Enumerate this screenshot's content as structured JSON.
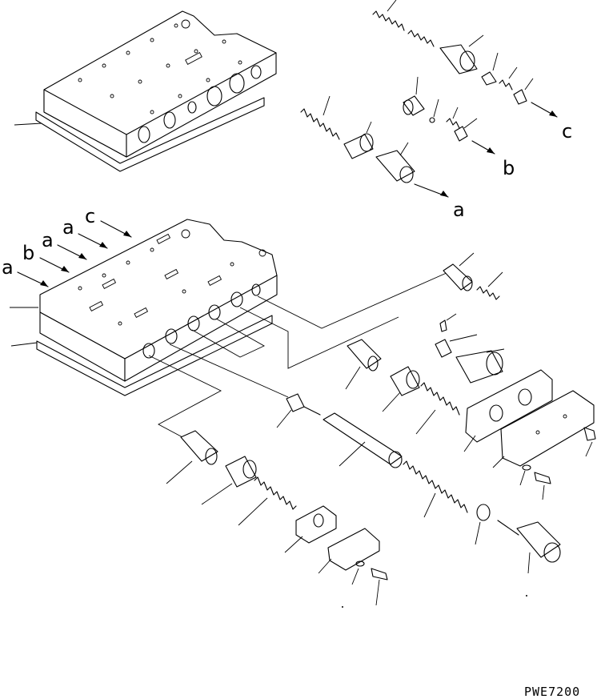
{
  "figure_code": "PWE7200",
  "flow_labels": {
    "c": "c",
    "b": "b",
    "a": "a"
  },
  "port_labels": [
    "a",
    "b",
    "a",
    "a",
    "c"
  ]
}
